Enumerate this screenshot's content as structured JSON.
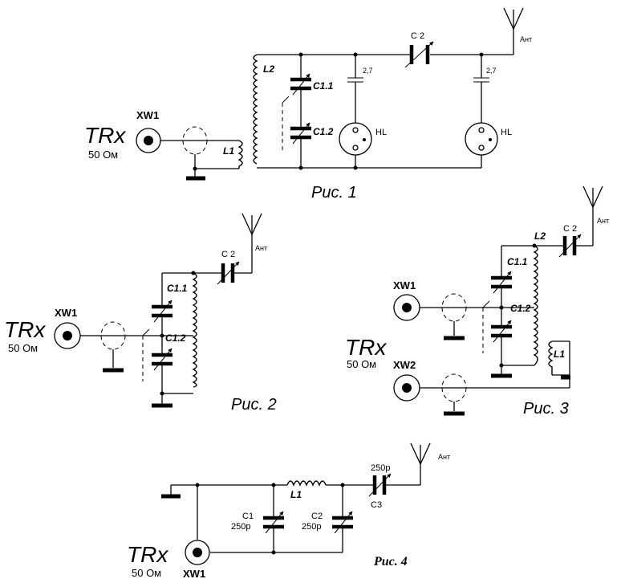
{
  "labels": {
    "trx": "TRx",
    "ohm": "50 Ом",
    "xw1": "XW1",
    "xw2": "XW2",
    "ant": "Ант",
    "l1": "L1",
    "l2": "L2",
    "c11": "C1.1",
    "c12": "C1.2",
    "c2": "C 2",
    "c2plain": "C2",
    "c1plain": "C1",
    "c3": "C3",
    "hl": "HL",
    "cap27": "2,7",
    "cap250": "250р"
  },
  "captions": {
    "fig1": "Рис. 1",
    "fig2": "Рис. 2",
    "fig3": "Рис. 3",
    "fig4": "Рис. 4"
  }
}
